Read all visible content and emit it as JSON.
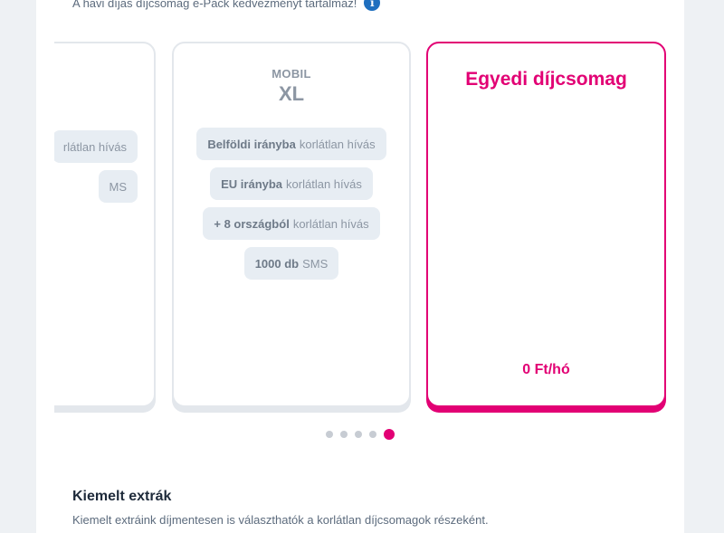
{
  "header": {
    "note": "A havi díjas díjcsomag e-Pack kedvezményt tartalmaz!",
    "info_icon": "info-icon"
  },
  "carousel": {
    "prev_card": {
      "chips": [
        {
          "bold": "",
          "text": "rlátlan hívás"
        },
        {
          "bold": "",
          "text": "MS"
        }
      ]
    },
    "mid_card": {
      "category": "MOBIL",
      "name": "XL",
      "chips": [
        {
          "bold": "Belföldi irányba",
          "text": "korlátlan hívás"
        },
        {
          "bold": "EU irányba",
          "text": "korlátlan hívás"
        },
        {
          "bold": "+ 8 országból",
          "text": "korlátlan hívás"
        },
        {
          "bold": "1000 db",
          "text": "SMS"
        }
      ]
    },
    "active_card": {
      "title": "Egyedi díjcsomag",
      "price": "0 Ft/hó"
    },
    "pagination": {
      "total": 5,
      "active_index": 4
    }
  },
  "extras": {
    "title": "Kiemelt extrák",
    "description": "Kiemelt extráink díjmentesen is választhatók a korlátlan díjcsomagok részeként."
  },
  "colors": {
    "accent": "#e20074",
    "chip_bg": "#e7edf3",
    "info_blue": "#1f6fbf"
  }
}
